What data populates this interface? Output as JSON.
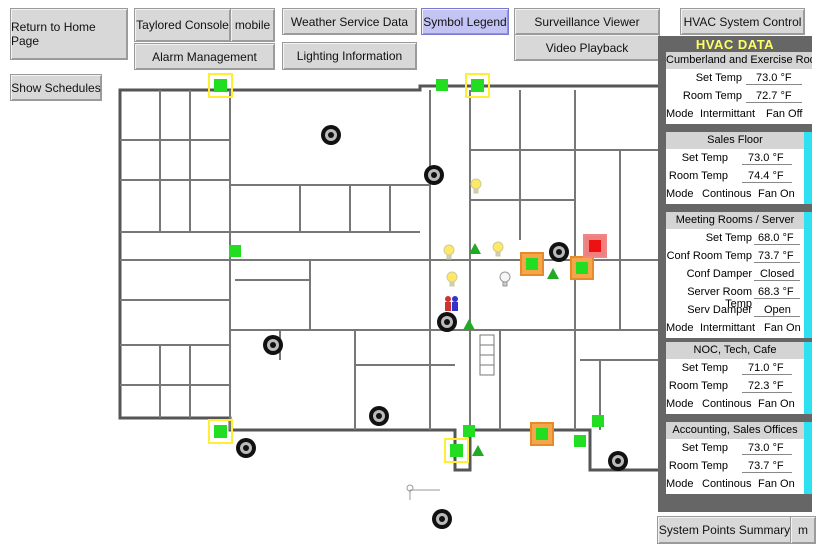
{
  "nav": {
    "return_home": "Return to Home Page",
    "taylored_console": "Taylored Console",
    "mobile": "mobile",
    "alarm_management": "Alarm Management",
    "weather_service": "Weather Service Data",
    "lighting_info": "Lighting Information",
    "symbol_legend": "Symbol Legend",
    "surveillance_viewer": "Surveillance Viewer",
    "video_playback": "Video Playback",
    "hvac_control": "HVAC System Control",
    "show_schedules": "Show Schedules",
    "system_points_summary": "System Points Summary",
    "m": "m"
  },
  "hvac": {
    "title": "HVAC DATA",
    "zones": [
      {
        "name": "Cumberland and Exercise Room",
        "rows": [
          {
            "label": "Set Temp",
            "value": "73.0 °F"
          },
          {
            "label": "Room Temp",
            "value": "72.7 °F"
          }
        ],
        "mode_label": "Mode",
        "mode": "Intermittant",
        "fan": "Fan Off"
      },
      {
        "name": "Sales Floor",
        "rows": [
          {
            "label": "Set Temp",
            "value": "73.0 °F"
          },
          {
            "label": "Room Temp",
            "value": "74.4 °F"
          }
        ],
        "mode_label": "Mode",
        "mode": "Continous",
        "fan": "Fan On"
      },
      {
        "name": "Meeting Rooms / Server",
        "rows": [
          {
            "label": "Set Temp",
            "value": "68.0 °F"
          },
          {
            "label": "Conf Room Temp",
            "value": "73.7 °F"
          },
          {
            "label": "Conf Damper",
            "value": "Closed"
          },
          {
            "label": "Server Room Temp",
            "value": "68.3 °F"
          },
          {
            "label": "Serv Damper",
            "value": "Open"
          }
        ],
        "mode_label": "Mode",
        "mode": "Intermittant",
        "fan": "Fan On"
      },
      {
        "name": "NOC, Tech, Cafe",
        "rows": [
          {
            "label": "Set Temp",
            "value": "71.0 °F"
          },
          {
            "label": "Room Temp",
            "value": "72.3 °F"
          }
        ],
        "mode_label": "Mode",
        "mode": "Continous",
        "fan": "Fan On"
      },
      {
        "name": "Accounting, Sales Offices",
        "rows": [
          {
            "label": "Set Temp",
            "value": "73.0 °F"
          },
          {
            "label": "Room Temp",
            "value": "73.7 °F"
          }
        ],
        "mode_label": "Mode",
        "mode": "Continous",
        "fan": "Fan On"
      }
    ]
  },
  "colors": {
    "hvac_bg": "#666666",
    "hvac_title": "#ffff66",
    "zone_accent": "#2ee0f0",
    "sensor_green": "#22dd22",
    "alarm_red": "#ee1111",
    "highlight_yellow": "#ffee33",
    "highlight_orange": "#e88a2a",
    "camera_black": "#111111",
    "triangle_green": "#22aa22",
    "bulb_yellow": "#ffe866",
    "active_button": "#c4c4f4"
  },
  "map_legend_icons": [
    "camera-icon",
    "sensor-icon",
    "alarm-icon",
    "triangle-sensor-icon",
    "light-bulb-icon",
    "occupancy-icon"
  ]
}
